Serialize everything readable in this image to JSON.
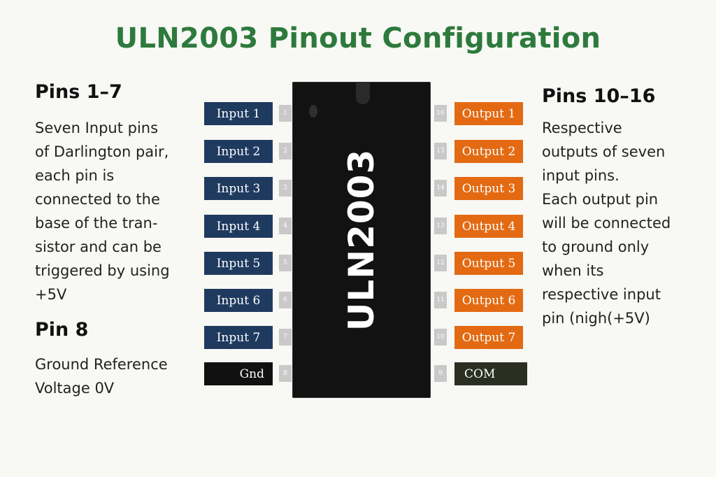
{
  "title": "ULN2003 Pinout Configuration",
  "left": {
    "heading1": "Pins 1–7",
    "desc1": "Seven Input pins\nof Darlington pair,\neach pin is\nconnected to the\nbase of the tran-\nsistor and can be\ntriggered by using\n+5V",
    "heading2": "Pin 8",
    "desc2": "Ground Reference\nVoltage 0V"
  },
  "right": {
    "heading": "Pins 10–16",
    "desc": "Respective\noutputs of seven\ninput pins.\nEach output pin\nwill be connected\nto ground only\nwhen its\nrespective input\npin (nigh(+5V)"
  },
  "chip_label": "ULN2003",
  "left_pins": [
    {
      "label": "Input 1",
      "num": "1"
    },
    {
      "label": "Input 2",
      "num": "2"
    },
    {
      "label": "Input 3",
      "num": "3"
    },
    {
      "label": "Input 4",
      "num": "4"
    },
    {
      "label": "Input 5",
      "num": "5"
    },
    {
      "label": "Input 6",
      "num": "6"
    },
    {
      "label": "Input 7",
      "num": "7"
    },
    {
      "label": "Gnd",
      "num": "8"
    }
  ],
  "right_pins": [
    {
      "label": "Output 1",
      "num": "16"
    },
    {
      "label": "Output 2",
      "num": "13"
    },
    {
      "label": "Output 3",
      "num": "14"
    },
    {
      "label": "Output 4",
      "num": "13"
    },
    {
      "label": "Output 5",
      "num": "12"
    },
    {
      "label": "Output 6",
      "num": "11"
    },
    {
      "label": "Output 7",
      "num": "10"
    },
    {
      "label": "COM",
      "num": "9"
    }
  ],
  "colors": {
    "title": "#2d7a3c",
    "input": "#1f3a5f",
    "output": "#e36a12",
    "gnd": "#111111",
    "com": "#2a2f22",
    "chip": "#121212"
  }
}
